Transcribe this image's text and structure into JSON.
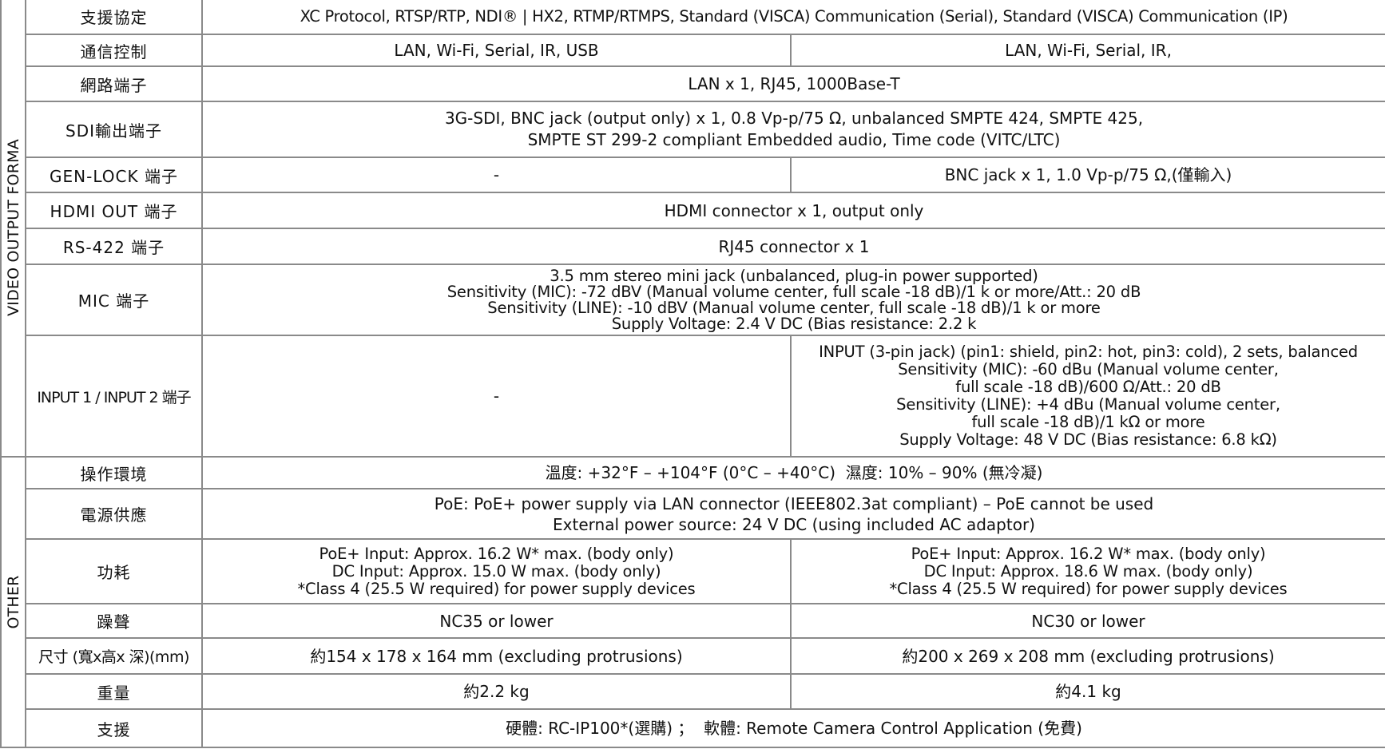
{
  "groups": {
    "video": "VIDEO OUTPUT FORMA",
    "other": "OTHER"
  },
  "rows": {
    "protocol": {
      "label": "支援協定",
      "value": "XC Protocol, RTSP/RTP, NDI® | HX2, RTMP/RTMPS, Standard (VISCA) Communication (Serial), Standard (VISCA) Communication (IP)"
    },
    "control": {
      "label": "通信控制",
      "left": "LAN, Wi-Fi, Serial, IR, USB",
      "right": "LAN, Wi-Fi, Serial, IR,"
    },
    "network": {
      "label": "網路端子",
      "value": "LAN x 1, RJ45, 1000Base-T"
    },
    "sdi": {
      "label": "SDI輸出端子",
      "lines": [
        "3G-SDI, BNC jack (output only) x 1, 0.8 Vp-p/75 Ω, unbalanced SMPTE 424, SMPTE 425,",
        "SMPTE ST 299-2 compliant Embedded audio, Time code (VITC/LTC)"
      ]
    },
    "genlock": {
      "label": "GEN-LOCK 端子",
      "left": "-",
      "right": "BNC jack x 1, 1.0 Vp-p/75 Ω,(僅輸入)"
    },
    "hdmi": {
      "label": "HDMI OUT 端子",
      "value": "HDMI connector x 1, output only"
    },
    "rs422": {
      "label": "RS-422 端子",
      "value": "RJ45 connector x 1"
    },
    "mic": {
      "label": "MIC 端子",
      "lines": [
        "3.5 mm stereo mini jack (unbalanced, plug-in power supported)",
        "Sensitivity (MIC): -72 dBV (Manual volume center, full scale -18 dB)/1 k or more/Att.: 20 dB",
        "Sensitivity (LINE): -10 dBV (Manual volume center, full scale -18 dB)/1 k or more",
        "Supply Voltage: 2.4 V DC (Bias resistance: 2.2 k"
      ]
    },
    "input": {
      "label": "INPUT 1 / INPUT 2 端子",
      "left": "-",
      "right_lines": [
        "INPUT (3-pin jack) (pin1: shield, pin2: hot, pin3: cold), 2 sets, balanced",
        "Sensitivity (MIC): -60 dBu (Manual volume center,",
        "full scale -18 dB)/600 Ω/Att.: 20 dB",
        "Sensitivity (LINE): +4 dBu (Manual volume center,",
        "full scale -18 dB)/1 kΩ or more",
        "Supply Voltage: 48 V DC (Bias resistance: 6.8 kΩ)"
      ]
    },
    "environment": {
      "label": "操作環境",
      "value": "溫度: +32°F – +104°F (0°C – +40°C)  濕度: 10% – 90% (無冷凝)"
    },
    "power": {
      "label": "電源供應",
      "lines": [
        "PoE: PoE+ power supply via LAN connector (IEEE802.3at compliant) – PoE cannot be used",
        "External power source: 24 V DC (using included AC adaptor)"
      ]
    },
    "consumption": {
      "label": "功耗",
      "left_lines": [
        "PoE+ Input: Approx. 16.2 W* max. (body only)",
        "DC Input: Approx. 15.0 W max. (body only)",
        "*Class 4 (25.5 W required) for power supply devices"
      ],
      "right_lines": [
        "PoE+ Input: Approx. 16.2 W* max. (body only)",
        "DC Input: Approx. 18.6 W max. (body only)",
        "*Class 4 (25.5 W required) for power supply devices"
      ]
    },
    "noise": {
      "label": "躁聲",
      "left": "NC35 or lower",
      "right": "NC30 or lower"
    },
    "dimensions": {
      "label": "尺寸 (寬x高x 深)(mm)",
      "left": "約154 x 178 x 164 mm (excluding protrusions)",
      "right": "約200 x 269 x 208 mm (excluding protrusions)"
    },
    "weight": {
      "label": "重量",
      "left": "約2.2 kg",
      "right": "約4.1 kg"
    },
    "support": {
      "label": "支援",
      "value": "硬體: RC-IP100*(選購) ；  軟體: Remote Camera Control Application (免費)"
    }
  }
}
